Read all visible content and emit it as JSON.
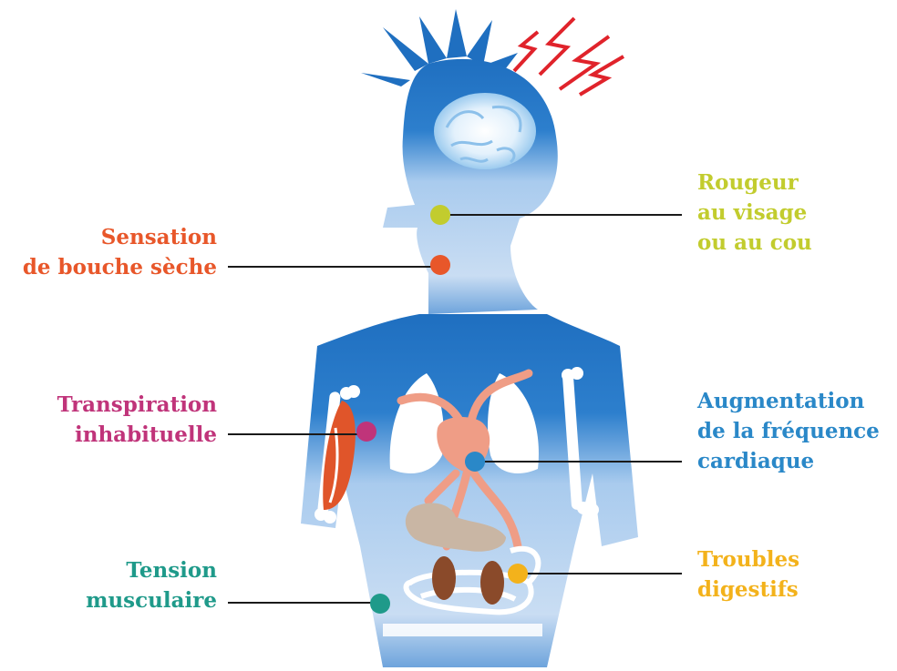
{
  "symptoms": [
    {
      "key": "dry_mouth",
      "lines": [
        "Sensation",
        "de bouche sèche"
      ],
      "color": "#e8572a"
    },
    {
      "key": "sweating",
      "lines": [
        "Transpiration",
        "inhabituelle"
      ],
      "color": "#c0347a"
    },
    {
      "key": "muscle_tension",
      "lines": [
        "Tension",
        "musculaire"
      ],
      "color": "#1f9a8a"
    },
    {
      "key": "face_redness",
      "lines": [
        "Rougeur",
        "au visage",
        "ou au cou"
      ],
      "color": "#c2cc2e"
    },
    {
      "key": "heart_rate",
      "lines": [
        "Augmentation",
        "de la fréquence",
        "cardiaque"
      ],
      "color": "#2a88c8"
    },
    {
      "key": "digestive",
      "lines": [
        "Troubles",
        "digestifs"
      ],
      "color": "#f3b21b"
    }
  ],
  "colors": {
    "body_dark": "#1f6fc0",
    "body_light": "#a9cbee",
    "bolt": "#e0232b",
    "muscle": "#e0552a",
    "organ": "#ef9d86",
    "stomach": "#c9b6a4",
    "kidney": "#8a4a2a"
  }
}
